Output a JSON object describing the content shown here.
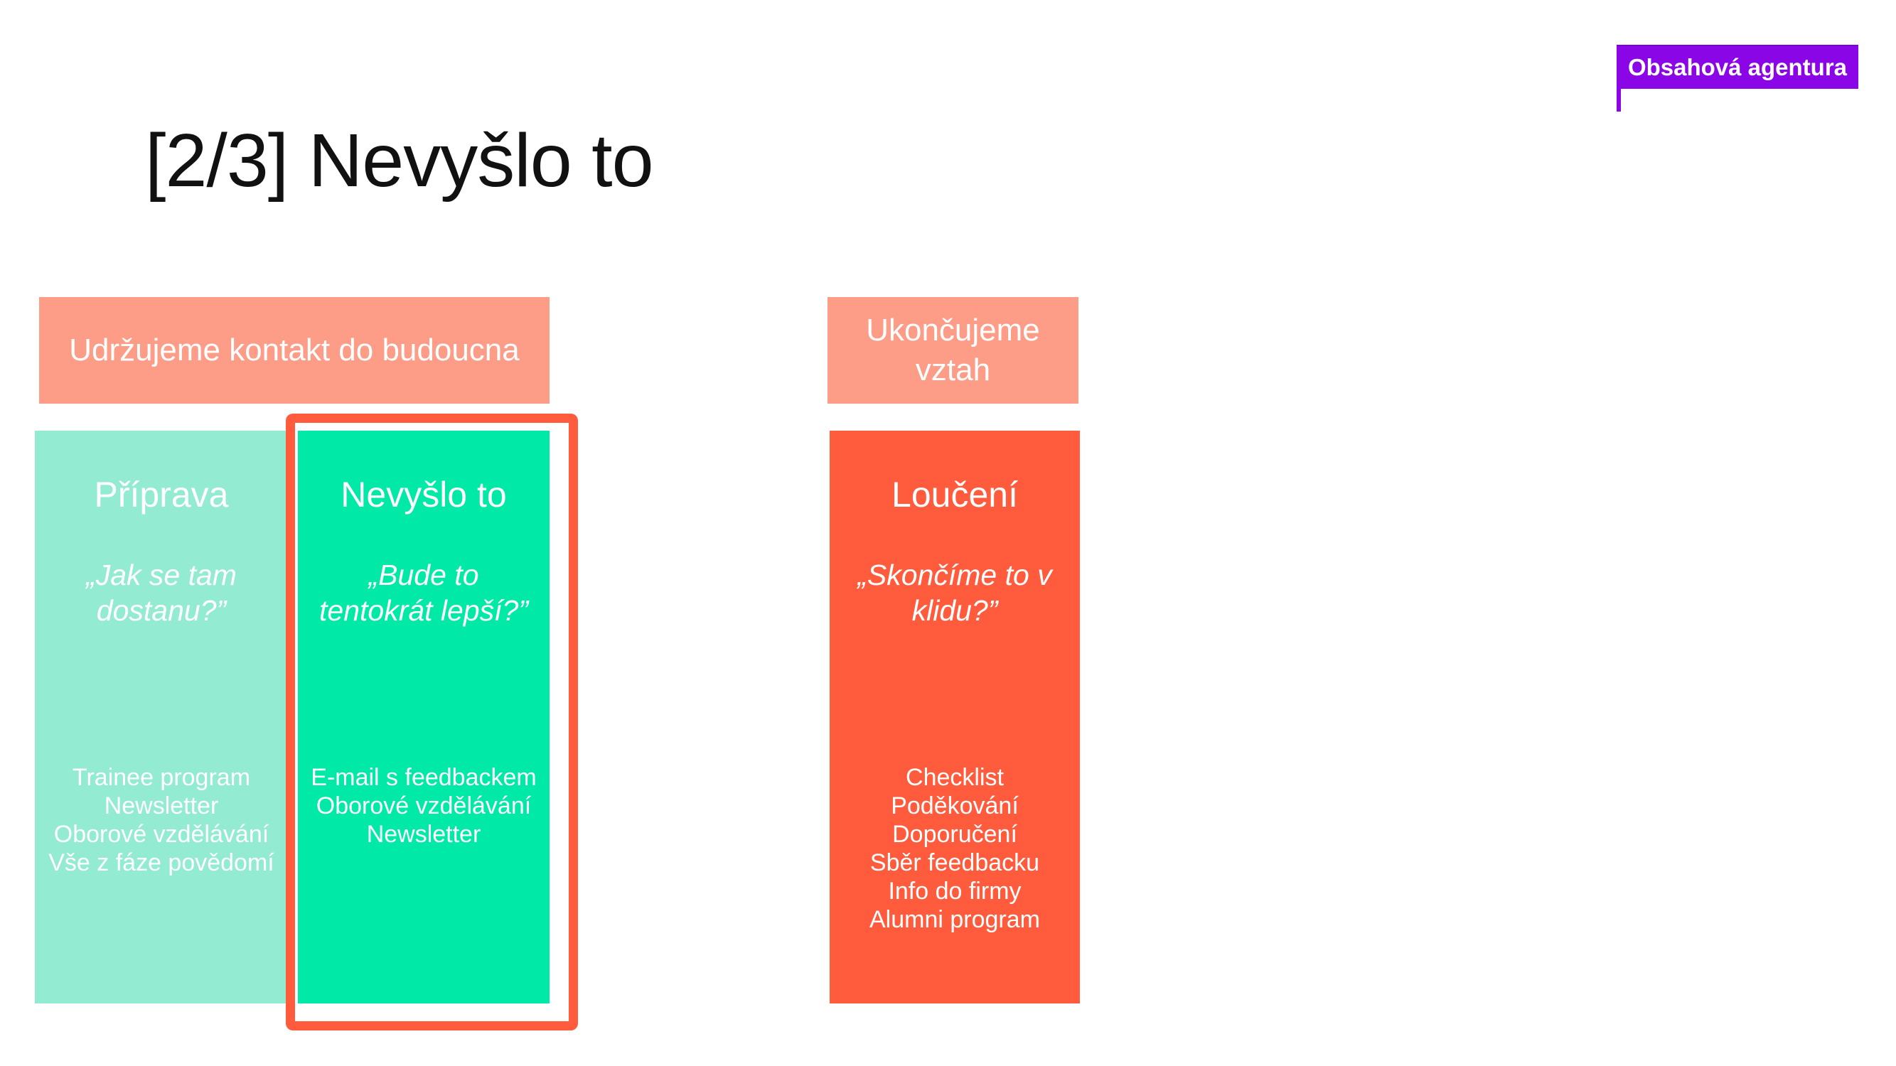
{
  "brand": {
    "label": "Obsahová agentura",
    "color": "#8a06e6"
  },
  "title": "[2/3] Nevyšlo to",
  "groups": [
    {
      "label": "Udržujeme kontakt do budoucna",
      "color": "#fd9c87"
    },
    {
      "label": "Ukončujeme vztah",
      "color": "#fd9c87"
    }
  ],
  "phases": [
    {
      "title": "Příprava",
      "question": "„Jak se tam dostanu?”",
      "items": [
        "Trainee program",
        "Newsletter",
        "Oborové vzdělávání",
        "Vše z fáze povědomí"
      ],
      "color": "#93ebd2"
    },
    {
      "title": "Nevyšlo to",
      "question": "„Bude to tentokrát lepší?”",
      "items": [
        "E-mail s feedbackem",
        "Oborové vzdělávání",
        "Newsletter"
      ],
      "color": "#01e9a6",
      "highlighted": true
    },
    {
      "title": "Loučení",
      "question": "„Skončíme to v klidu?”",
      "items": [
        "Checklist",
        "Poděkování",
        "Doporučení",
        "Sběr feedbacku",
        "Info do firmy",
        "Alumni program"
      ],
      "color": "#ff5b3c"
    }
  ],
  "highlight_color": "#ff5b3c"
}
